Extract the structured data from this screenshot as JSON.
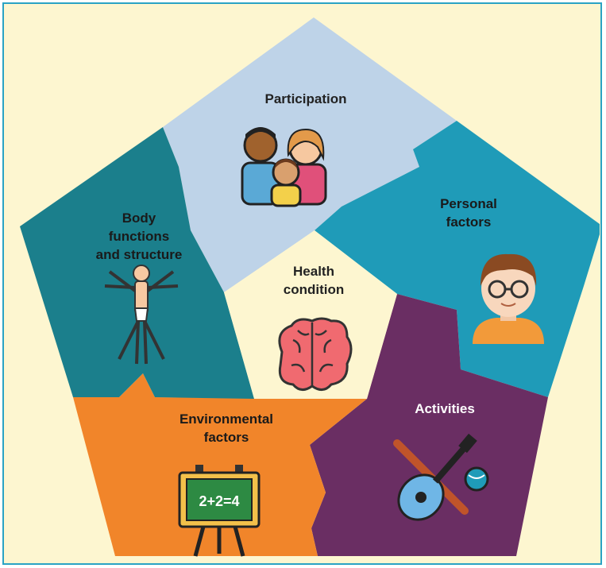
{
  "center": {
    "label": "Health\ncondition",
    "icon": "brain-icon"
  },
  "segments": [
    {
      "id": "participation",
      "label": "Participation",
      "icon": "family-icon",
      "color": "#bed3e8",
      "text_color": "#222222"
    },
    {
      "id": "personal-factors",
      "label": "Personal\nfactors",
      "icon": "person-with-glasses-icon",
      "color": "#1f9bb8",
      "text_color": "#1a1a1a"
    },
    {
      "id": "activities",
      "label": "Activities",
      "icon": "guitar-bat-ball-icon",
      "color": "#6a2e63",
      "text_color": "#ffffff"
    },
    {
      "id": "environmental-factors",
      "label": "Environmental\nfactors",
      "icon": "chalkboard-icon",
      "color": "#f1852a",
      "text_color": "#1a1a1a"
    },
    {
      "id": "body-functions",
      "label": "Body\nfunctions\nand structure",
      "icon": "vitruvian-man-icon",
      "color": "#1b7f8c",
      "text_color": "#1a1a1a"
    }
  ],
  "colors": {
    "background": "#fdf6d0",
    "border": "#2aa3c4",
    "center_fill": "#fdf6d0"
  }
}
